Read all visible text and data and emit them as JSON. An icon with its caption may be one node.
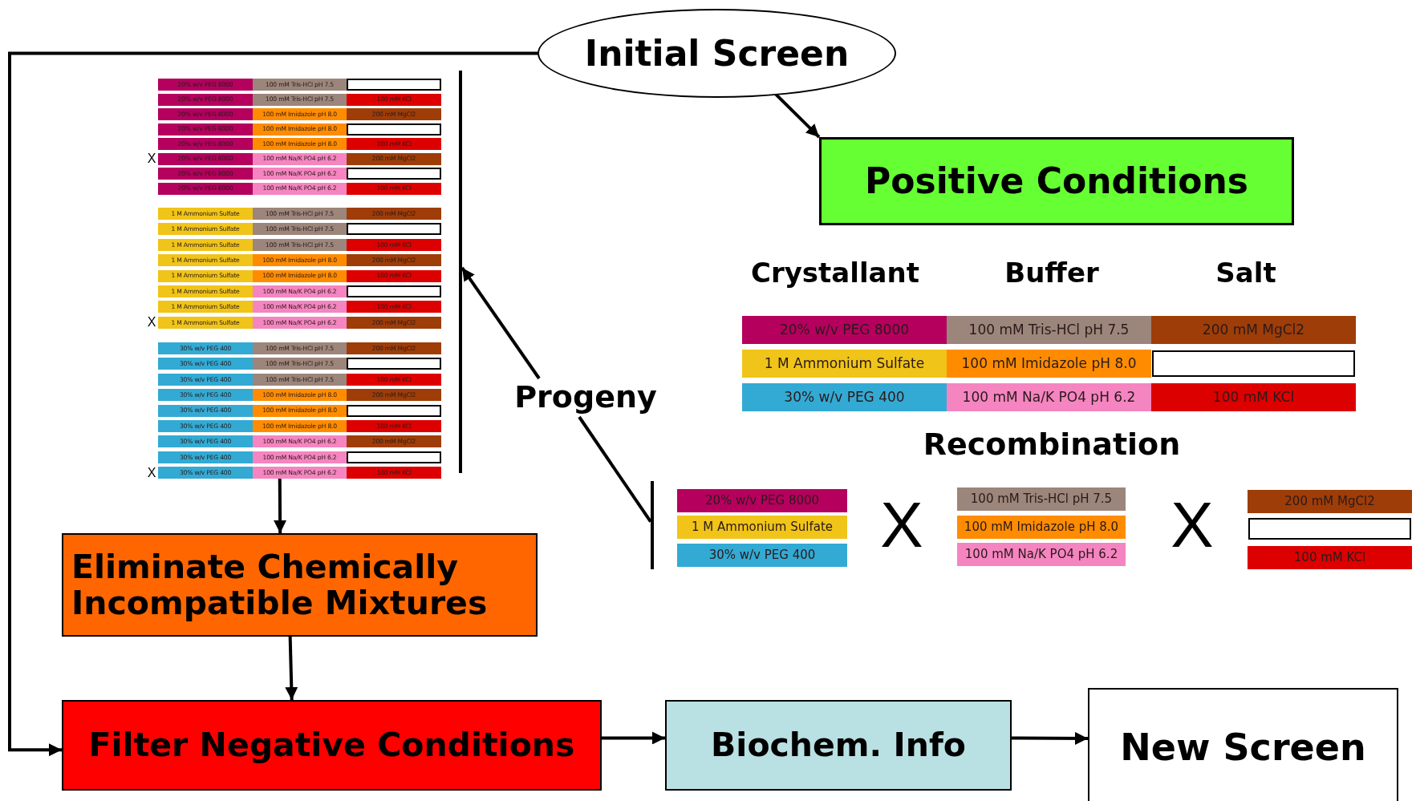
{
  "diagram": {
    "nodes": [
      {
        "text": [
          "Initial Screen"
        ]
      },
      {
        "text": [
          "Positive Conditions"
        ]
      },
      {
        "text": [
          "Progeny"
        ]
      },
      {
        "text": [],
        "shape": "box"
      },
      {
        "text": [],
        "shape": "box"
      },
      {
        "text": [
          "Eliminate Chemically Incompatible Mixtures"
        ]
      },
      {
        "text": [
          "Filter Negative Conditions"
        ]
      },
      {
        "text": [
          "Biochem. Info"
        ]
      },
      {
        "text": [
          "New Screen"
        ]
      }
    ],
    "edges": [
      {
        "from": 0,
        "to": 1,
        "arrow": "to"
      },
      {
        "from": 0,
        "to": 6,
        "arrow": "to"
      },
      {
        "from": 2,
        "to": 3,
        "arrow": "to"
      },
      {
        "from": 2,
        "to": 4,
        "arrow": "none"
      },
      {
        "from": 3,
        "to": 5,
        "arrow": "to"
      },
      {
        "from": 5,
        "to": 6,
        "arrow": "to"
      },
      {
        "from": 6,
        "to": 7,
        "arrow": "to"
      },
      {
        "from": 7,
        "to": 8,
        "arrow": "to"
      }
    ],
    "labels": [
      "20% w/v PEG 8000",
      "100 mM Tris-HCl pH 7.5",
      "20% w/v PEG 8000",
      "100 mM Tris-HCl pH 7.5",
      "100 mM KCl",
      "20% w/v PEG 8000",
      "100 mM Imidazole pH 8.0",
      "200 mM MgCl2",
      "20% w/v PEG 8000",
      "100 mM Imidazole pH 8.0",
      "20% w/v PEG 8000",
      "100 mM Imidazole pH 8.0",
      "100 mM KCl",
      "X",
      "20% w/v PEG 8000",
      "100 mM Na/K PO4 pH 6.2",
      "200 mM MgCl2",
      "20% w/v PEG 8000",
      "100 mM Na/K PO4 pH 6.2",
      "20% w/v PEG 8000",
      "100 mM Na/K PO4 pH 6.2",
      "100 mM KCl",
      "1 M Ammonium Sulfate",
      "100 mM Tris-HCl pH 7.5",
      "200 mM MgCl2",
      "1 M Ammonium Sulfate",
      "100 mM Tris-HCl pH 7.5",
      "1 M Ammonium Sulfate",
      "100 mM Tris-HCl pH 7.5",
      "100 mM KCl",
      "1 M Ammonium Sulfate",
      "100 mM Imidazole pH 8.0",
      "200 mM MgCl2",
      "1 M Ammonium Sulfate",
      "100 mM Imidazole pH 8.0",
      "100 mM KCl",
      "1 M Ammonium Sulfate",
      "100 mM Na/K PO4 pH 6.2",
      "1 M Ammonium Sulfate",
      "100 mM Na/K PO4 pH 6.2",
      "100 mM KCl",
      "X",
      "1 M Ammonium Sulfate",
      "100 mM Na/K PO4 pH 6.2",
      "200 mM MgCl2",
      "30% w/v PEG 400",
      "100 mM Tris-HCl pH 7.5",
      "200 mM MgCl2",
      "30% w/v PEG 400",
      "100 mM Tris-HCl pH 7.5",
      "30% w/v PEG 400",
      "100 mM Tris-HCl pH 7.5",
      "100 mM KCl",
      "30% w/v PEG 400",
      "100 mM Imidazole pH 8.0",
      "200 mM MgCl2",
      "30% w/v PEG 400",
      "100 mM Imidazole pH 8.0",
      "30% w/v PEG 400",
      "100 mM Imidazole pH 8.0",
      "100 mM KCl",
      "30% w/v PEG 400",
      "100 mM Na/K PO4 pH 6.2",
      "200 mM MgCl2",
      "30% w/v PEG 400",
      "100 mM Na/K PO4 pH 6.2",
      "X",
      "30% w/v PEG 400",
      "100 mM Na/K PO4 pH 6.2",
      "100 mM KCl",
      "Crystallant",
      "Buffer",
      "Salt",
      "20% w/v PEG 8000",
      "100 mM Tris-HCl pH 7.5",
      "200 mM MgCl2",
      "1 M Ammonium Sulfate",
      "100 mM Imidazole pH 8.0",
      "30% w/v PEG 400",
      "100 mM Na/K PO4 pH 6.2",
      "100 mM KCl",
      "Recombination",
      "20% w/v PEG 8000",
      "1 M Ammonium Sulfate",
      "30% w/v PEG 400",
      "X",
      "100 mM Tris-HCl pH 7.5",
      "100 mM Imidazole pH 8.0",
      "100 mM Na/K PO4 pH 6.2",
      "X",
      "200 mM MgCl2",
      "100 mM KCl"
    ]
  }
}
